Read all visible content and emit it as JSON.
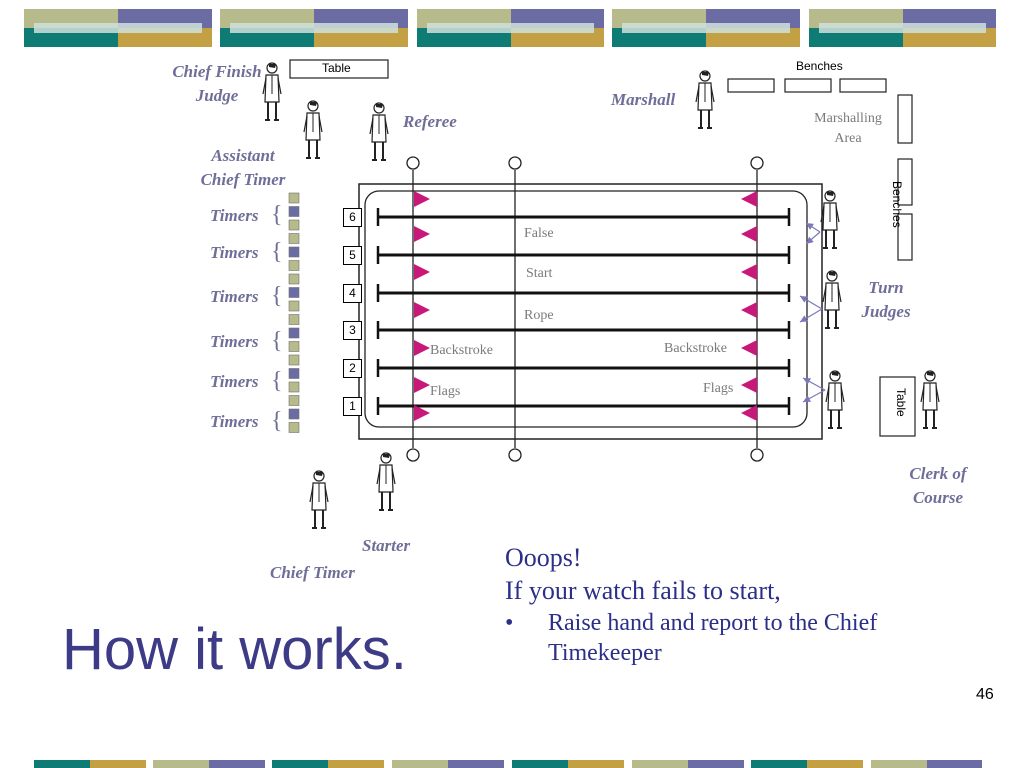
{
  "colors": {
    "teal": "#0e7b74",
    "gold": "#c4a044",
    "sage": "#b7ba8a",
    "slate": "#6c6ca4",
    "pink": "#c8197b",
    "navy": "#3d3a86",
    "role_text": "#6e6e98"
  },
  "slide": {
    "title": "How it works.",
    "page_number": "46"
  },
  "diagram": {
    "roles": {
      "chief_finish_judge": [
        "Chief Finish",
        "Judge"
      ],
      "referee": "Referee",
      "marshall": "Marshall",
      "assistant_chief_timer": [
        "Assistant",
        "Chief Timer"
      ],
      "timers_label": "Timers",
      "turn_judges": [
        "Turn",
        "Judges"
      ],
      "clerk_of_course": [
        "Clerk of",
        "Course"
      ],
      "starter": "Starter",
      "chief_timer": "Chief Timer"
    },
    "furniture": {
      "table_top": "Table",
      "benches_top": "Benches",
      "benches_side": "Benches",
      "table_side": "Table",
      "marshalling_area": [
        "Marshalling",
        "Area"
      ]
    },
    "pool_labels": {
      "false_start_rope": [
        "False",
        "Start",
        "Rope"
      ],
      "backstroke_left": "Backstroke",
      "backstroke_right": "Backstroke",
      "flags_left": "Flags",
      "flags_right": "Flags"
    },
    "lanes": [
      "6",
      "5",
      "4",
      "3",
      "2",
      "1"
    ]
  },
  "note": {
    "heading": "Ooops!",
    "line2": "If your watch fails to start,",
    "bullet_symbol": "•",
    "bullet": "Raise hand and report to the Chief Timekeeper"
  }
}
